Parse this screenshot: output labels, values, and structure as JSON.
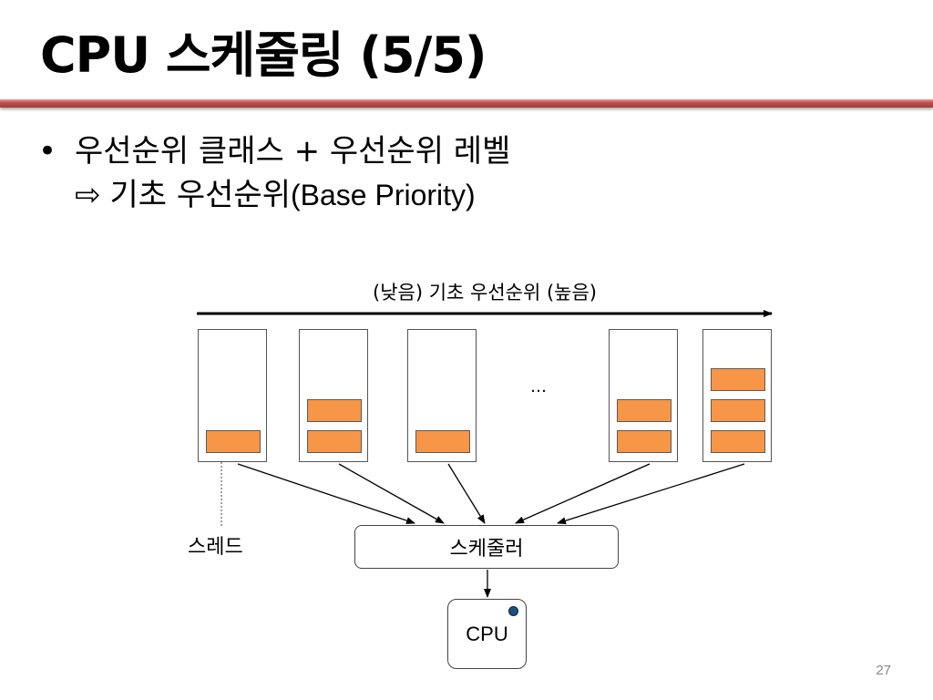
{
  "slide": {
    "title": "CPU 스케줄링 (5/5)",
    "bullet_marker": "•",
    "bullet_text": "우선순위 클래스 + 우선순위 레벨",
    "sub_arrow": "⇨",
    "sub_text_korean": "기초 우선순위",
    "sub_text_paren": "(Base Priority)",
    "page_number": "27"
  },
  "diagram": {
    "axis_label": "(낮음) 기초 우선순위 (높음)",
    "ellipsis": "…",
    "thread_label": "스레드",
    "scheduler_label": "스케줄러",
    "cpu_label": "CPU",
    "colors": {
      "thread_fill": "#f79646",
      "accent_rule": "#c0504d",
      "cpu_indicator": "#1f4e79"
    },
    "queues": [
      {
        "threads": 1
      },
      {
        "threads": 2
      },
      {
        "threads": 1
      },
      {
        "threads": 2
      },
      {
        "threads": 3
      }
    ]
  }
}
